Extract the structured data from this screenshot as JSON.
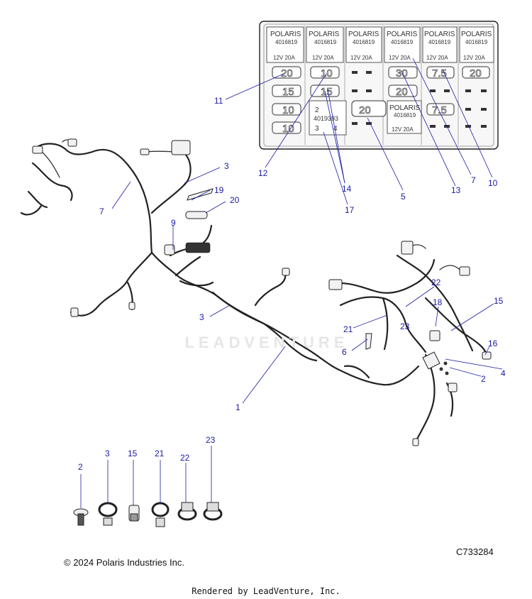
{
  "fuse_box": {
    "relays": [
      {
        "brand": "POLARIS",
        "part": "4016819",
        "rating": "12V  20A"
      },
      {
        "brand": "POLARIS",
        "part": "4016819",
        "rating": "12V  20A"
      },
      {
        "brand": "POLARIS",
        "part": "4016819",
        "rating": "12V  20A"
      },
      {
        "brand": "POLARIS",
        "part": "4016819",
        "rating": "12V  20A"
      },
      {
        "brand": "POLARIS",
        "part": "4016819",
        "rating": "12V  20A"
      },
      {
        "brand": "POLARIS",
        "part": "4016819",
        "rating": "12V  20A"
      }
    ],
    "lower_relay": {
      "brand": "POLARIS",
      "part": "4016819",
      "rating": "12V  20A"
    },
    "fuses_col1": [
      "20",
      "15",
      "10",
      "10"
    ],
    "fuses_col2": [
      "10",
      "15"
    ],
    "fuses_col4": [
      "30",
      "20"
    ],
    "fuses_col5": [
      "7.5",
      "7.5"
    ],
    "fuses_col6": [
      "20"
    ],
    "center_fuse": "20",
    "module": {
      "line1": "2",
      "line2": "4019393",
      "line3": "3",
      "line4": "4"
    }
  },
  "callouts": {
    "c1": "1",
    "c2": "2",
    "c2b": "2",
    "c3": "3",
    "c3b": "3",
    "c3c": "3",
    "c4": "4",
    "c5": "5",
    "c6": "6",
    "c7": "7",
    "c7b": "7",
    "c9": "9",
    "c10": "10",
    "c11": "11",
    "c12": "12",
    "c13": "13",
    "c14": "14",
    "c15": "15",
    "c15b": "15",
    "c16": "16",
    "c17": "17",
    "c18": "18",
    "c19": "19",
    "c20": "20",
    "c21": "21",
    "c21b": "21",
    "c22": "22",
    "c22b": "22",
    "c23": "23",
    "c23b": "23"
  },
  "watermark": "LEADVENTURE",
  "footer": {
    "copyright": "© 2024 Polaris Industries Inc.",
    "drawing_id": "C733284",
    "rendered_by": "Rendered by LeadVenture, Inc."
  }
}
